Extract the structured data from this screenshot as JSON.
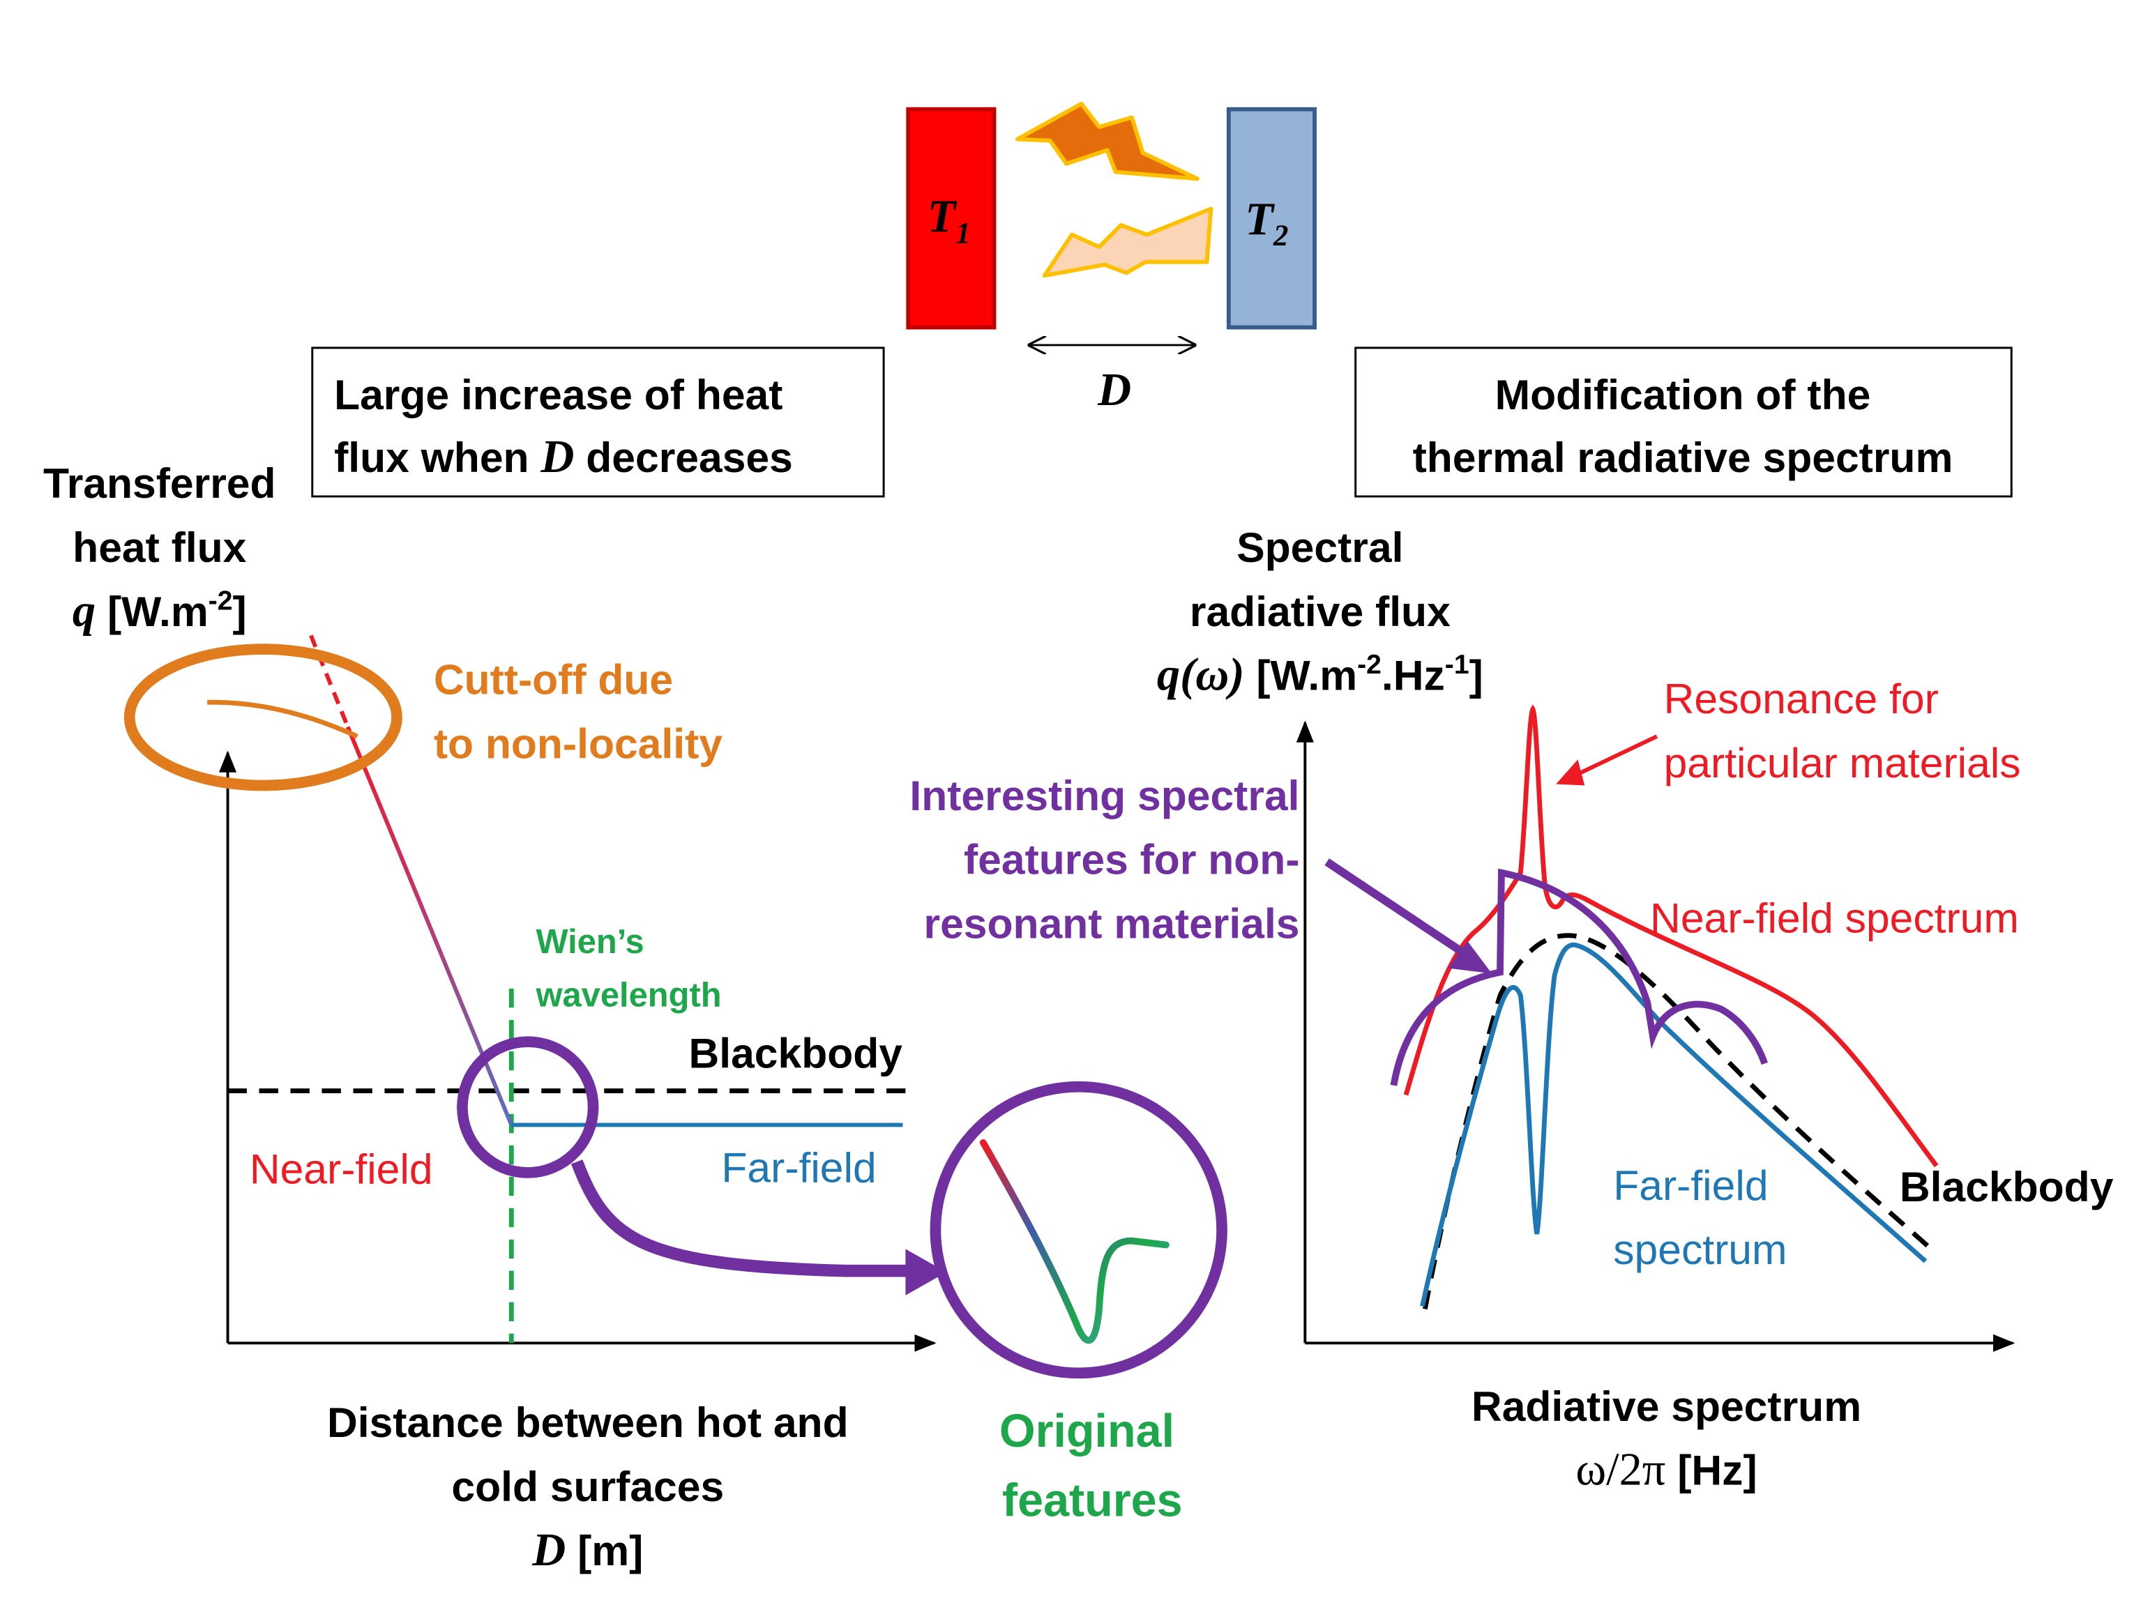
{
  "colors": {
    "red": "#ED1C24",
    "blue": "#1F77B4",
    "purple": "#7030A0",
    "orange": "#E07B1E",
    "green": "#1DA74A",
    "steel": "#95B3D7",
    "black": "#000000"
  },
  "top": {
    "t1_symbol": "T",
    "t1_sub": "1",
    "t2_symbol": "T",
    "t2_sub": "2",
    "distance_symbol": "D"
  },
  "left_box": {
    "line1": "Large increase of heat",
    "line2_pre": "flux when ",
    "line2_sym": "D",
    "line2_post": " decreases"
  },
  "right_box": {
    "line1": "Modification of the",
    "line2": "thermal radiative spectrum"
  },
  "left_chart": {
    "ylabel_l1": "Transferred",
    "ylabel_l2": "heat flux",
    "ylabel_sym": "q",
    "ylabel_unit": " [W.m",
    "ylabel_exp": "-2",
    "ylabel_close": "]",
    "cutoff_l1": "Cutt-off due",
    "cutoff_l2": "to non-locality",
    "wien_l1": "Wien’s",
    "wien_l2": "wavelength",
    "blackbody": "Blackbody",
    "near_field": "Near-field",
    "far_field": "Far-field",
    "original_l1": "Original",
    "original_l2": "features",
    "xlabel_l1": "Distance between hot and",
    "xlabel_l2": "cold surfaces",
    "xlabel_sym": "D",
    "xlabel_unit": " [m]"
  },
  "right_chart": {
    "ylabel_l1": "Spectral",
    "ylabel_l2": "radiative flux",
    "ylabel_sym": "q(ω)",
    "ylabel_unit": " [W.m",
    "ylabel_exp1": "-2",
    "ylabel_mid": ".Hz",
    "ylabel_exp2": "-1",
    "ylabel_close": "]",
    "resonance_l1": "Resonance for",
    "resonance_l2": "particular materials",
    "interesting_l1": "Interesting spectral",
    "interesting_l2": "features for non-",
    "interesting_l3": "resonant materials",
    "near_field_spectrum": "Near-field spectrum",
    "far_field_l1": "Far-field",
    "far_field_l2": "spectrum",
    "blackbody": "Blackbody",
    "xlabel_l1": "Radiative spectrum",
    "xlabel_sym": "ω/2π",
    "xlabel_unit": " [Hz]"
  }
}
